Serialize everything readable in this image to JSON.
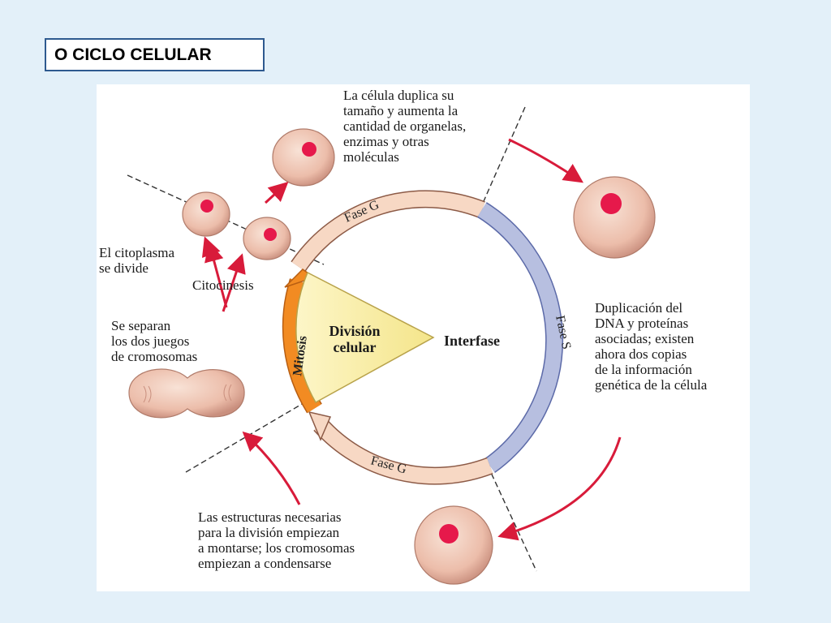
{
  "title": "O CICLO CELULAR",
  "diagram": {
    "phases": {
      "g1": "Fase G",
      "s": "Fase S",
      "g2": "Fase G",
      "mitosis": "Mitosis",
      "cytokinesis": "Citocinesis"
    },
    "center": {
      "division": [
        "División",
        "celular"
      ],
      "interphase": "Interfase"
    },
    "annotations": {
      "growth": [
        "La célula duplica su",
        "tamaño y aumenta la",
        "cantidad de organelas,",
        "enzimas y otras",
        "moléculas"
      ],
      "dna": [
        "Duplicación del",
        "DNA y proteínas",
        "asociadas; existen",
        "ahora dos copias",
        "de la información",
        "genética de la célula"
      ],
      "structures": [
        "Las estructuras necesarias",
        "para la división empiezan",
        "a montarse; los cromosomas",
        "empiezan a condensarse"
      ],
      "chromosomes": [
        "Se separan",
        "los dos juegos",
        "de cromosomas"
      ],
      "cytoplasm": [
        "El citoplasma",
        "se divide"
      ]
    },
    "colors": {
      "g_phase": "#f7d8c4",
      "s_phase": "#b7bfe0",
      "mitosis": "#f28b22",
      "cell": "#e9b8a6",
      "nucleus": "#e6194b",
      "arrow": "#d81b3a"
    }
  }
}
